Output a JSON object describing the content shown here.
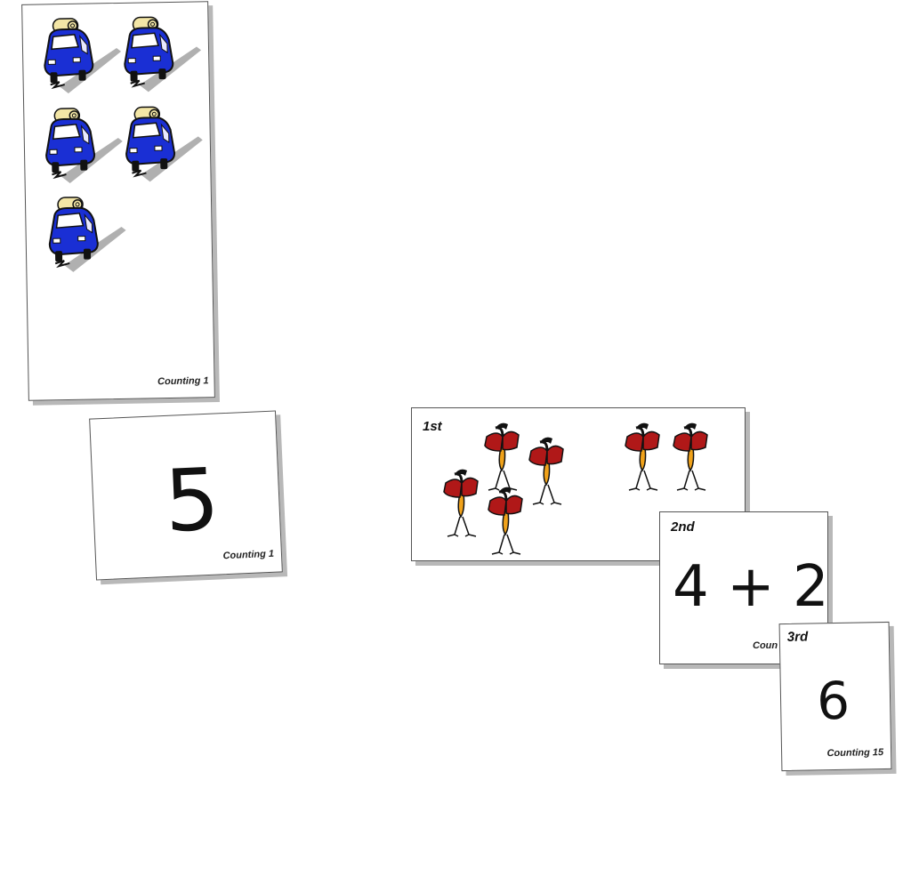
{
  "card_cars": {
    "caption": "Counting 1",
    "icon": "car-icon",
    "count": 5,
    "car_color": "#1a2fd4"
  },
  "card_five": {
    "numeral": "5",
    "caption": "Counting 1"
  },
  "card_birds": {
    "ordinal": "1st",
    "icon": "bird-icon",
    "count": 6,
    "wing_color": "#b01818",
    "body_color": "#f0a21a"
  },
  "card_sum": {
    "ordinal": "2nd",
    "expression": "4 + 2",
    "caption": "Coun"
  },
  "card_six": {
    "ordinal": "3rd",
    "numeral": "6",
    "caption": "Counting 15"
  }
}
